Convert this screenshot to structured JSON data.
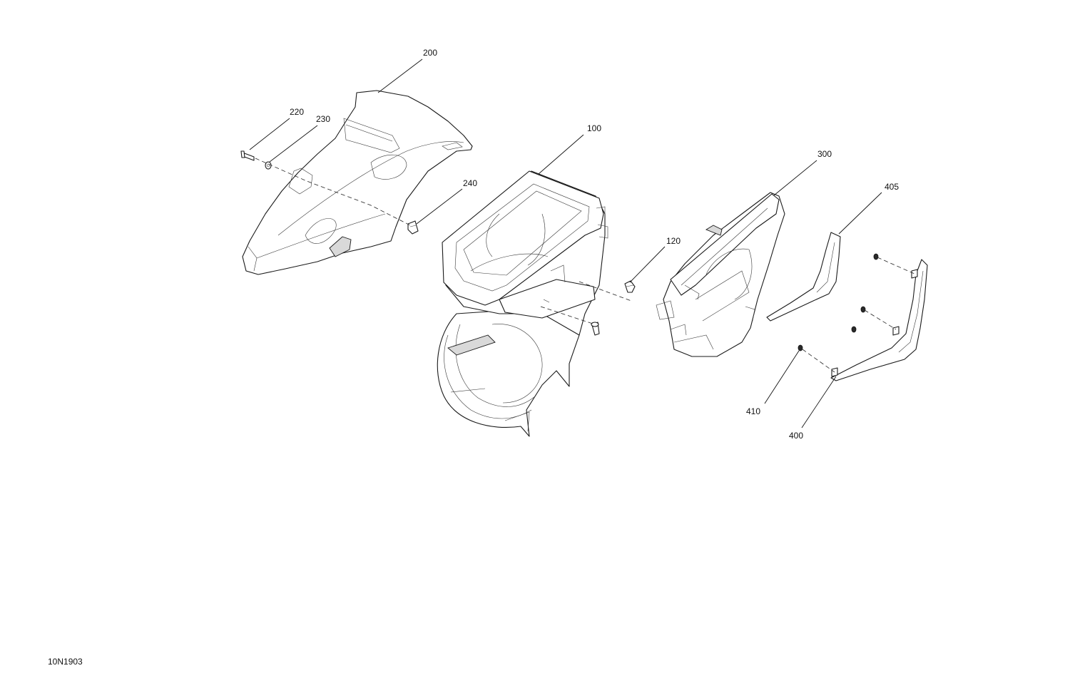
{
  "diagram_code": "10N1903",
  "callouts": {
    "c200": "200",
    "c220": "220",
    "c230": "230",
    "c240": "240",
    "c100": "100",
    "c120": "120",
    "c300": "300",
    "c405": "405",
    "c410": "410",
    "c400": "400"
  }
}
